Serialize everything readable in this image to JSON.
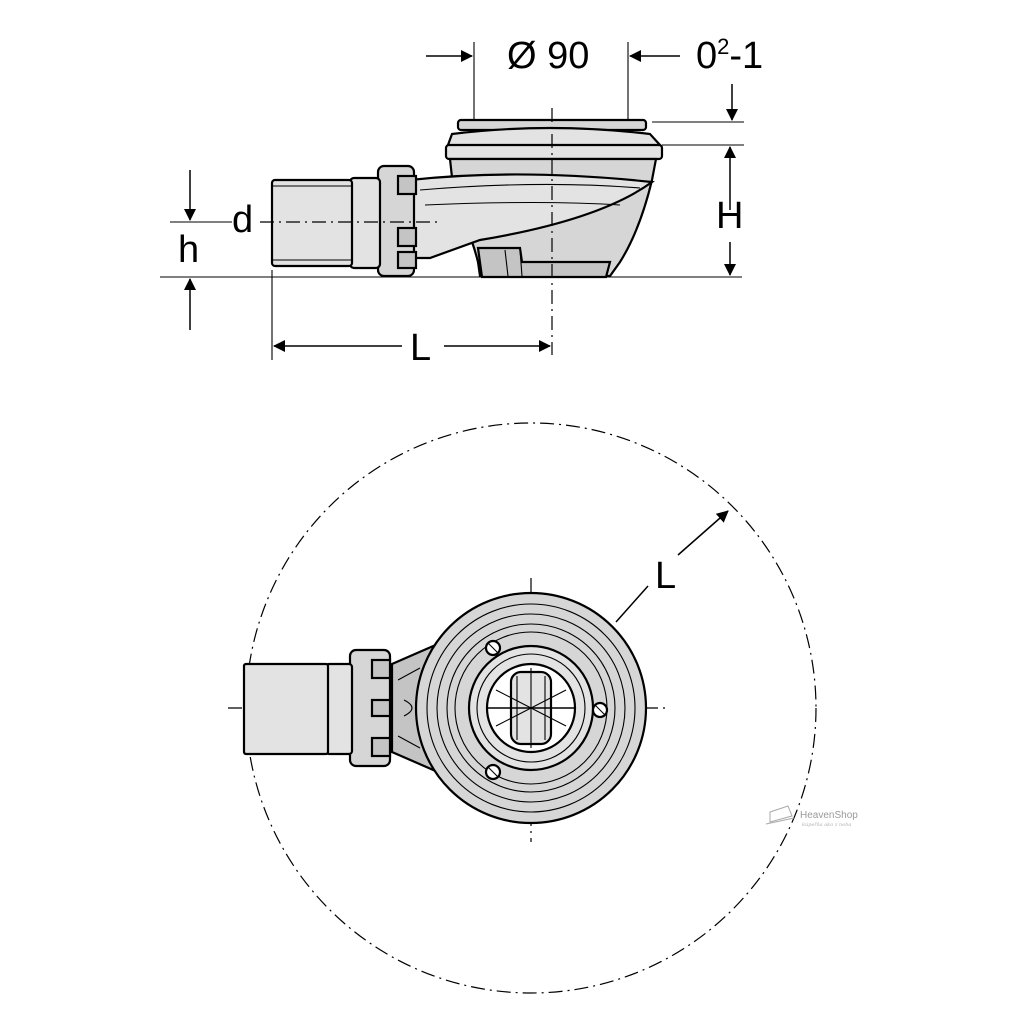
{
  "dimensions": {
    "diameter": "Ø 90",
    "offset": "0²-1",
    "d": "d",
    "h": "h",
    "H": "H",
    "L_side": "L",
    "L_top": "L"
  },
  "watermark": {
    "brand": "HeavenShop",
    "tagline": "kúpeľňa ako z neba"
  },
  "colors": {
    "line": "#000000",
    "part_fill": "#d6d6d6",
    "background": "#ffffff"
  }
}
